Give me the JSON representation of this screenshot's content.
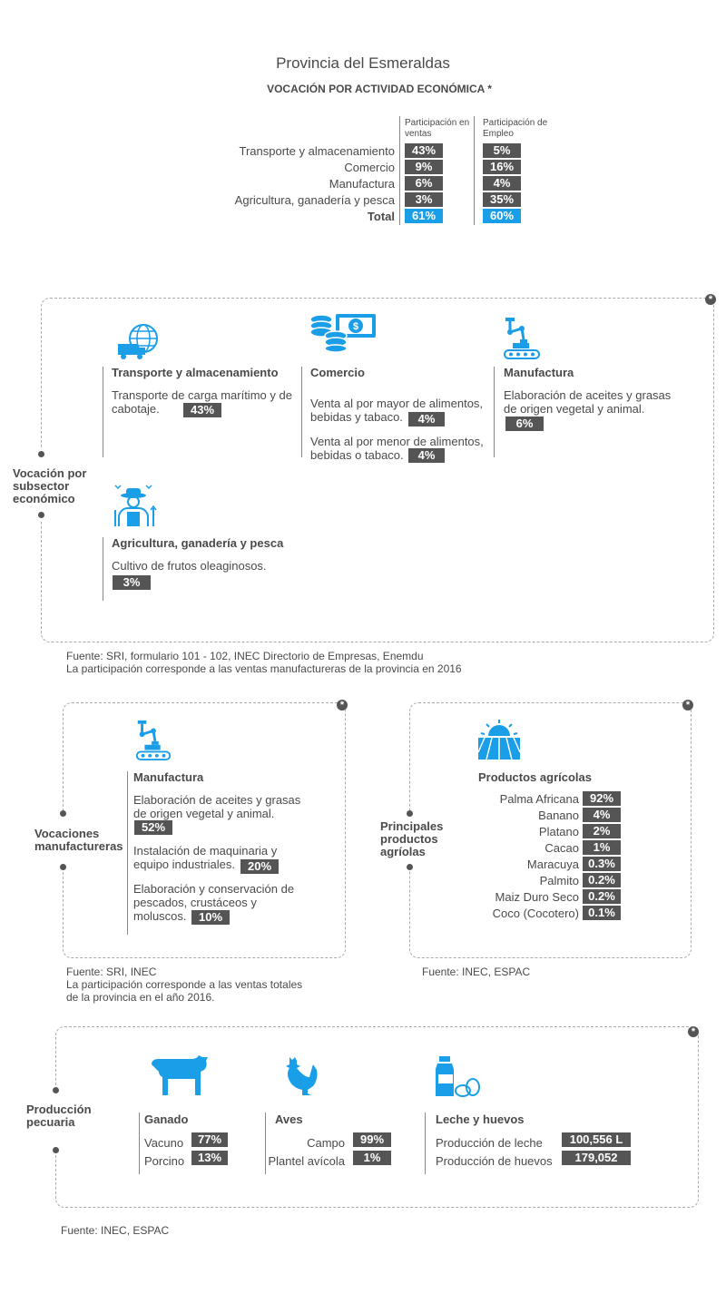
{
  "header": {
    "title": "Provincia del Esmeraldas",
    "subtitle": "VOCACIÓN POR ACTIVIDAD ECONÓMICA *"
  },
  "summary_table": {
    "col_ventas": "Participación en ventas",
    "col_empleo": "Participación de Empleo",
    "rows": [
      {
        "label": "Transporte y almacenamiento",
        "ventas": "43%",
        "empleo": "5%"
      },
      {
        "label": "Comercio",
        "ventas": "9%",
        "empleo": "16%"
      },
      {
        "label": "Manufactura",
        "ventas": "6%",
        "empleo": "4%"
      },
      {
        "label": "Agricultura, ganadería y pesca",
        "ventas": "3%",
        "empleo": "35%"
      }
    ],
    "total": {
      "label": "Total",
      "ventas": "61%",
      "empleo": "60%"
    }
  },
  "subsector": {
    "side_label": "Vocación por subsector económico",
    "star": "*",
    "transporte": {
      "title": "Transporte y almacenamiento",
      "desc": "Transporte de carga marítimo y de cabotaje.",
      "value": "43%"
    },
    "comercio": {
      "title": "Comercio",
      "item1": "Venta al por mayor de alimentos, bebidas y tabaco.",
      "value1": "4%",
      "item2": "Venta al por menor de alimentos, bebidas o tabaco.",
      "value2": "4%"
    },
    "manufactura": {
      "title": "Manufactura",
      "desc": "Elaboración de aceites y grasas de origen vegetal y animal.",
      "value": "6%"
    },
    "agricultura": {
      "title": "Agricultura, ganadería y pesca",
      "desc": "Cultivo de frutos oleaginosos.",
      "value": "3%"
    },
    "source_line1": "Fuente: SRI, formulario 101 - 102, INEC Directorio de Empresas, Enemdu",
    "source_line2": "La participación corresponde a las ventas manufactureras de la provincia en 2016"
  },
  "manufactureras": {
    "side_label": "Vocaciones manufactureras",
    "star": "*",
    "title": "Manufactura",
    "item1": "Elaboración de aceites y grasas de origen vegetal y animal.",
    "value1": "52%",
    "item2": "Instalación de maquinaria y equipo industriales.",
    "value2": "20%",
    "item3": "Elaboración y conservación de pescados, crustáceos y moluscos.",
    "value3": "10%",
    "source_line1": "Fuente: SRI, INEC",
    "source_line2": "La participación corresponde a las ventas totales",
    "source_line3": "de la provincia en el año 2016."
  },
  "agricolas": {
    "side_label": "Principales productos agríolas",
    "star": "*",
    "title": "Productos agrícolas",
    "items": [
      {
        "label": "Palma Africana",
        "value": "92%"
      },
      {
        "label": "Banano",
        "value": "4%"
      },
      {
        "label": "Platano",
        "value": "2%"
      },
      {
        "label": "Cacao",
        "value": "1%"
      },
      {
        "label": "Maracuya",
        "value": "0.3%"
      },
      {
        "label": "Palmito",
        "value": "0.2%"
      },
      {
        "label": "Maiz Duro Seco",
        "value": "0.2%"
      },
      {
        "label": "Coco (Cocotero)",
        "value": "0.1%"
      }
    ],
    "source": "Fuente: INEC, ESPAC"
  },
  "pecuaria": {
    "side_label": "Producción pecuaria",
    "star": "*",
    "ganado": {
      "title": "Ganado",
      "items": [
        {
          "label": "Vacuno",
          "value": "77%"
        },
        {
          "label": "Porcino",
          "value": "13%"
        }
      ]
    },
    "aves": {
      "title": "Aves",
      "items": [
        {
          "label": "Campo",
          "value": "99%"
        },
        {
          "label": "Plantel avícola",
          "value": "1%"
        }
      ]
    },
    "leche": {
      "title": "Leche y huevos",
      "items": [
        {
          "label": "Producción de leche",
          "value": "100,556 L"
        },
        {
          "label": "Producción de huevos",
          "value": "179,052"
        }
      ]
    },
    "source": "Fuente: INEC, ESPAC"
  },
  "colors": {
    "accent": "#1a9ee8",
    "badge": "#555555",
    "text": "#4a4a4a"
  }
}
